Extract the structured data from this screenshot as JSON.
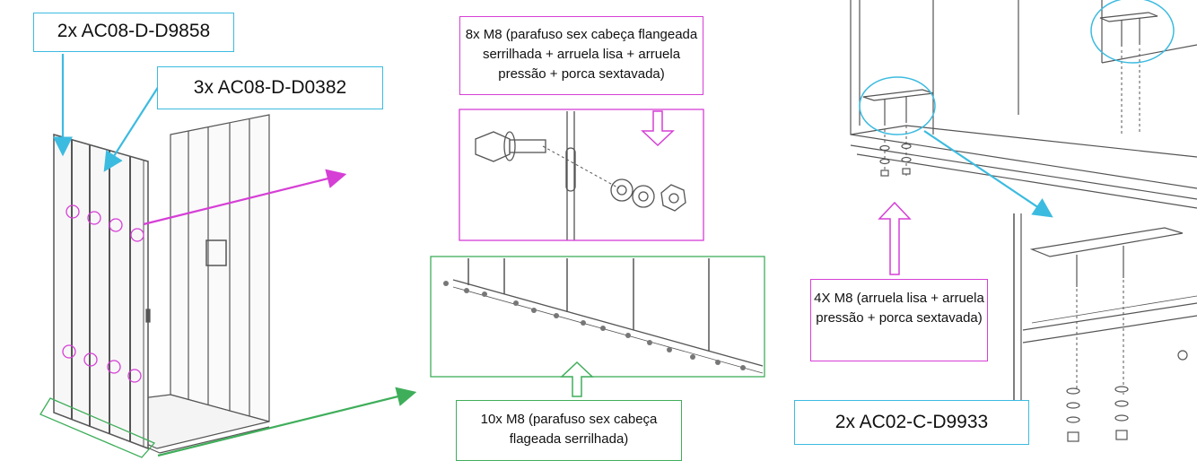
{
  "labels": {
    "panel_d9858": "2x AC08-D-D9858",
    "panel_d0382": "3x AC08-D-D0382",
    "bolts_top": "8x M8 (parafuso sex cabeça flangeada serrilhada + arruela lisa + arruela pressão + porca sextavada)",
    "bolts_bottom": "10x M8 (parafuso sex cabeça flageada serrilhada)",
    "nuts_right": "4X M8 (arruela lisa + arruela pressão + porca sextavada)",
    "bracket": "2x AC02-C-D9933"
  },
  "colors": {
    "cyan": "#3cbbe0",
    "magenta": "#d63fd6",
    "green": "#3fae5a",
    "line": "#555555"
  }
}
